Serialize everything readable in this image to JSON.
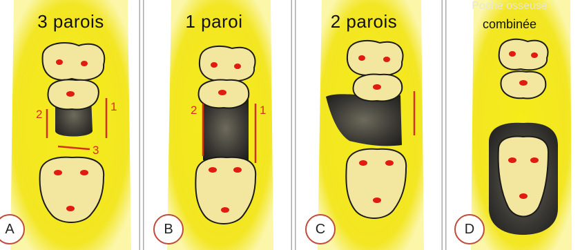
{
  "figure": {
    "colors": {
      "gum": "#f5ec1a",
      "gum_edge": "#fdfbd0",
      "tooth": "#f3e7a0",
      "dot": "#e11b12",
      "wall_line": "#d4301e",
      "defect_dark": "#2b2b28"
    },
    "panels": [
      {
        "letter": "A",
        "title": "3 parois",
        "walls": [
          "1",
          "2",
          "3"
        ]
      },
      {
        "letter": "B",
        "title": "1 paroi",
        "walls": [
          "1",
          "2"
        ]
      },
      {
        "letter": "C",
        "title": "2 parois",
        "walls": []
      },
      {
        "letter": "D",
        "title_pre": "Poche osseuse",
        "title": "combinée",
        "walls": []
      }
    ]
  }
}
